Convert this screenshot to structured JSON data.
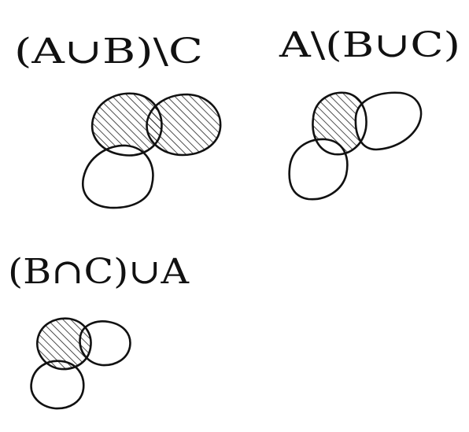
{
  "diagrams": [
    {
      "expression": "(A∪B)\\C"
    },
    {
      "expression": "A\\(B∪C)"
    },
    {
      "expression": "(B∩C)∪A"
    }
  ],
  "ink_color": "#111111",
  "paper_color": "#ffffff"
}
